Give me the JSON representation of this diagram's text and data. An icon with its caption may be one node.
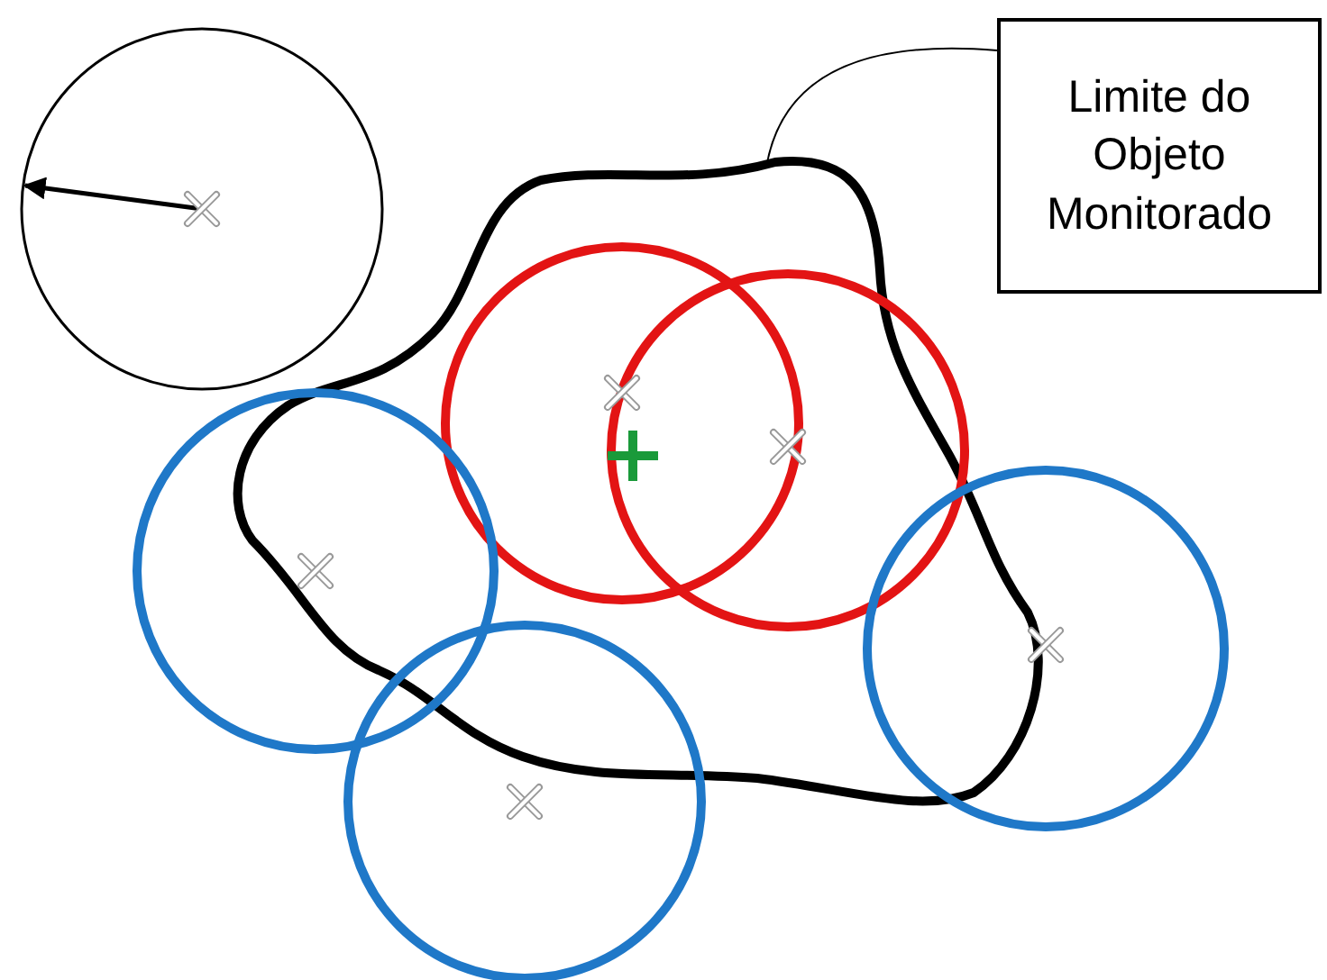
{
  "diagram": {
    "nodes": [
      {
        "text": [
          "Limite do Objeto Monitorado"
        ]
      },
      {
        "text": [],
        "shape": "cloud"
      }
    ],
    "edges": [
      {
        "from": 0,
        "to": 1,
        "arrow": "none"
      }
    ]
  }
}
